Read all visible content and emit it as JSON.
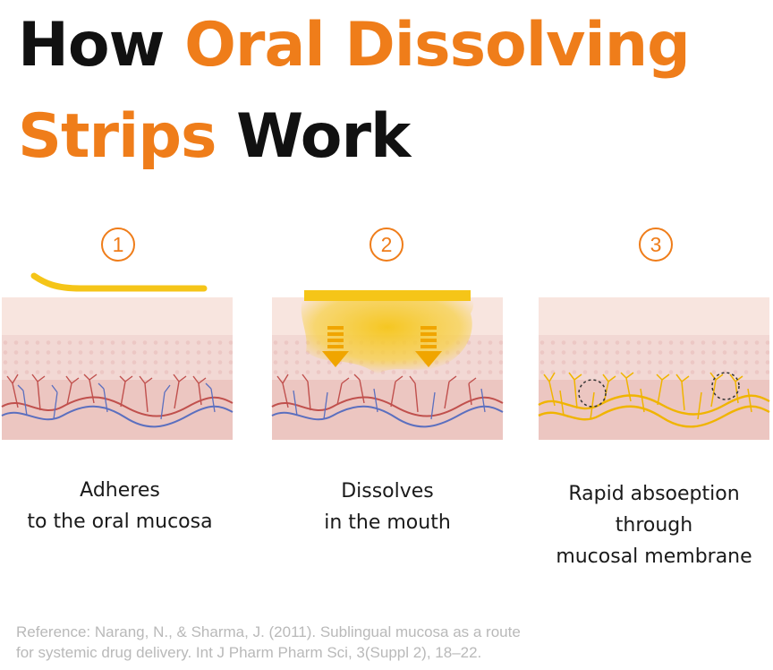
{
  "title": {
    "line1_plain": "How ",
    "line1_accent": "Oral Dissolving",
    "line2_accent": "Strips",
    "line2_plain": " Work"
  },
  "steps": [
    {
      "number": "1",
      "caption_lines": [
        "Adheres",
        "to the oral mucosa"
      ]
    },
    {
      "number": "2",
      "caption_lines": [
        "Dissolves",
        "in the mouth"
      ]
    },
    {
      "number": "3",
      "caption_lines": [
        "Rapid absoeption",
        "through",
        "mucosal membrane"
      ]
    }
  ],
  "reference": {
    "line1": "Reference: Narang, N., & Sharma, J. (2011). Sublingual mucosa as a route",
    "line2": "for systemic drug delivery. Int J Pharm Pharm Sci, 3(Suppl 2), 18–22."
  },
  "colors": {
    "accent": "#ef7d1a",
    "strip": "#f5c518",
    "epithelium": "#f6e2dd",
    "capillary_red": "#c0504d",
    "vein_blue": "#5b6fbf",
    "absorbed": "#f0b400"
  }
}
